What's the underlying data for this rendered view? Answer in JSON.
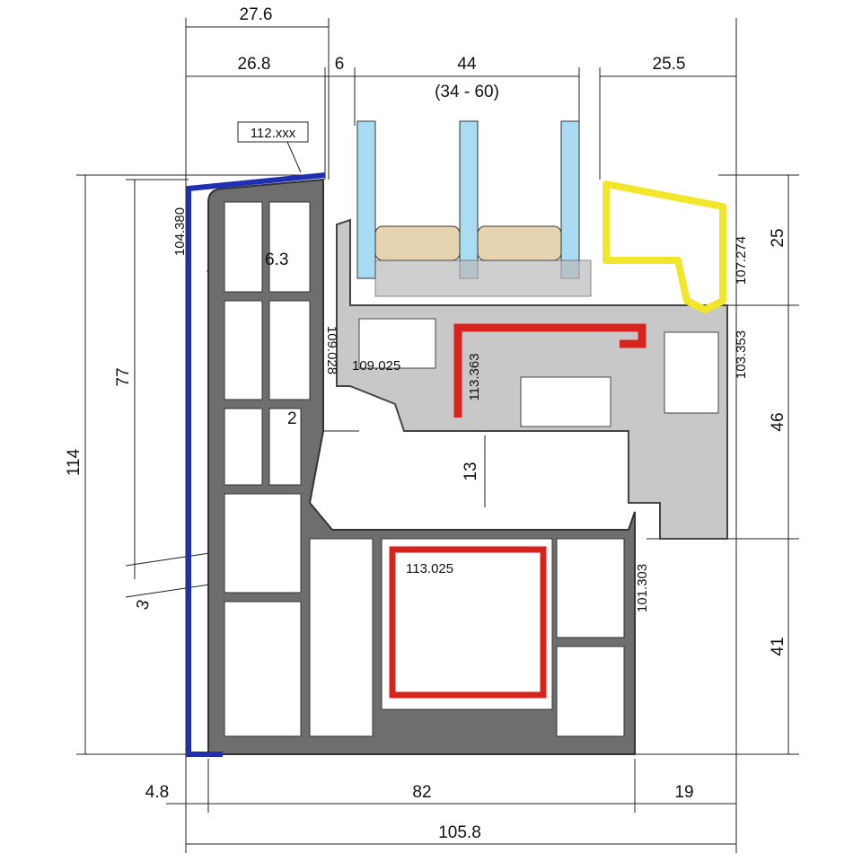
{
  "diagram": {
    "colors": {
      "frame": "#6e6e6e",
      "sash": "#c8c8c8",
      "cover_cap": "#1f2fb0",
      "glazing_bead": "#f2e62a",
      "reinforcement": "#d8241e",
      "glass": "#a9dcf2",
      "spacer": "#e6d3b0"
    },
    "top_dimensions": {
      "overall_left": "27.6",
      "left": "26.8",
      "gap": "6",
      "glass": "44",
      "glass_range": "(34 - 60)",
      "right": "25.5"
    },
    "left_dimensions": {
      "total_height": "114",
      "sash_height": "77"
    },
    "right_dimensions": {
      "top": "25",
      "middle": "46",
      "bottom": "41"
    },
    "bottom_dimensions": {
      "left": "4.8",
      "middle": "82",
      "right": "19",
      "total": "105.8"
    },
    "small_dimensions": {
      "d1": "6.3",
      "d2": "2",
      "d3": "13",
      "d4": "3"
    },
    "part_labels": {
      "cap": "112.xxx",
      "cap_profile": "104.380",
      "frame_profile": "109.028",
      "sash_profile": "109.025",
      "sash_reinforcement": "113.363",
      "frame_reinforcement": "113.025",
      "frame_outer": "101.303",
      "bead": "107.274",
      "sash_outer": "103.353"
    }
  }
}
